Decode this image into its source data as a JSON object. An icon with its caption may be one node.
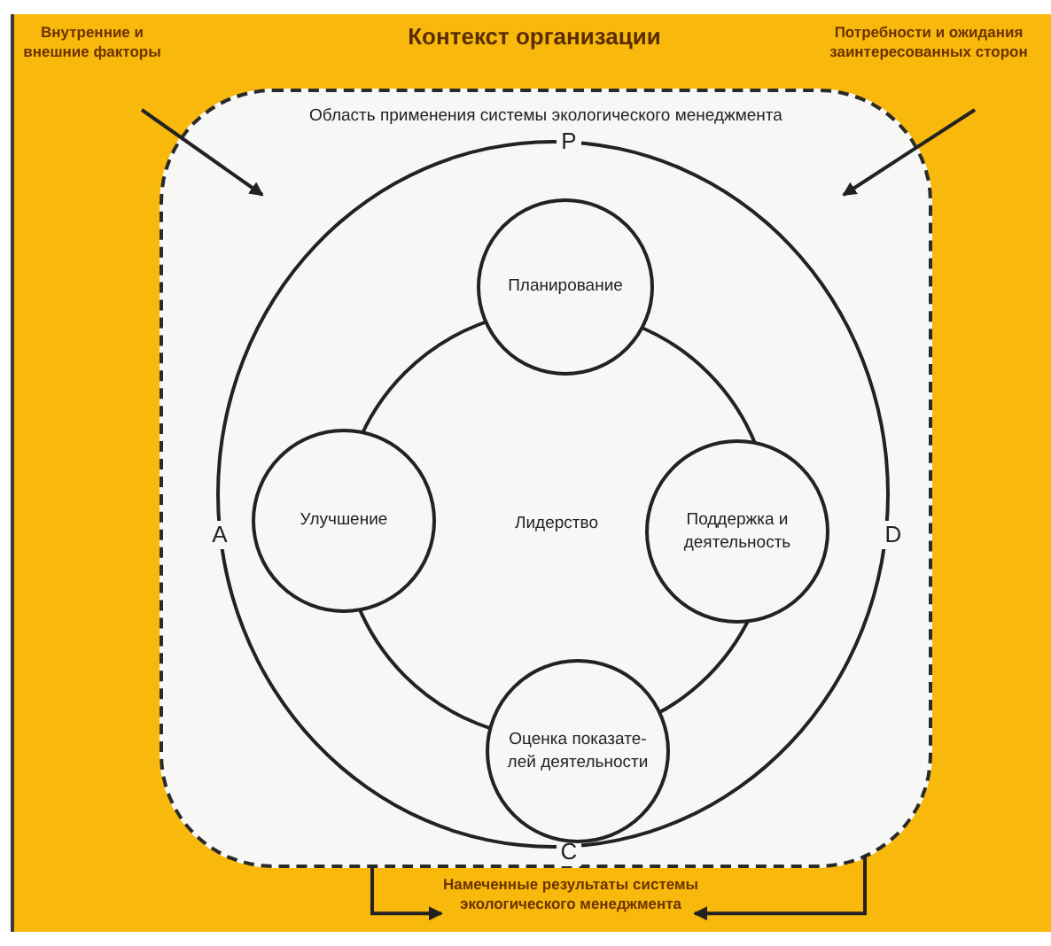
{
  "diagram": {
    "nodes": [
      {
        "text": [
          "Контекст организации"
        ]
      },
      {
        "text": [
          "Внутренние и внешние факторы"
        ],
        "in": 0
      },
      {
        "text": [
          "Потребности и ожидания заинтересованных сторон"
        ],
        "in": 0
      },
      {
        "text": [
          "Область применения системы экологического менеджмента"
        ],
        "in": 0
      },
      {
        "text": [],
        "shape": "circle",
        "in": 3
      },
      {
        "text": [
          "Лидерство"
        ],
        "in": 4
      },
      {
        "text": [
          "Планирование"
        ],
        "in": 4
      },
      {
        "text": [
          "Улучшение"
        ],
        "in": 4
      },
      {
        "text": [
          "Поддержка и деятельность"
        ],
        "in": 4
      },
      {
        "text": [
          "Оценка показате-лей деятельности"
        ],
        "in": 4
      },
      {
        "text": [
          "Намеченные результаты системы экологического менеджмента"
        ],
        "in": 0
      }
    ],
    "edges": [
      {
        "from": 1,
        "to": 3,
        "arrow": "to"
      },
      {
        "from": 2,
        "to": 3,
        "arrow": "to"
      },
      {
        "from": 3,
        "to": 10,
        "arrow": "to"
      },
      {
        "from": 3,
        "to": 10,
        "arrow": "to"
      }
    ],
    "labels": [
      "P",
      "A",
      "D",
      "C"
    ]
  }
}
